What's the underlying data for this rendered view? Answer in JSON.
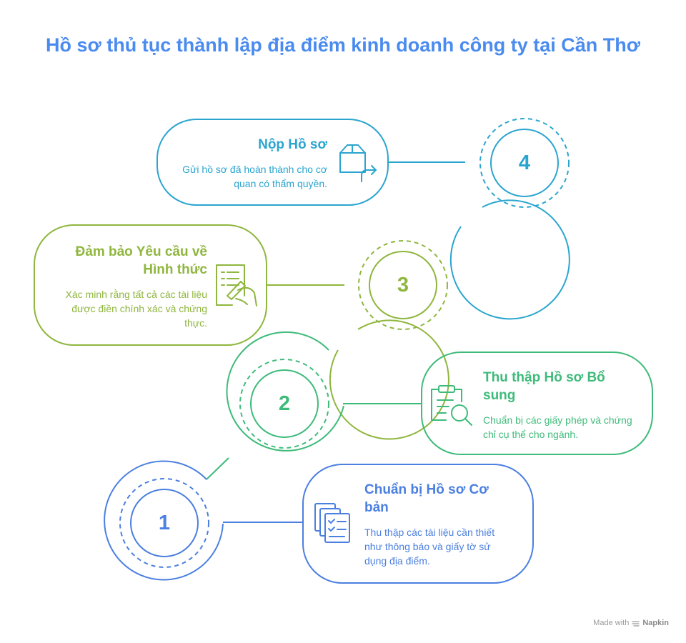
{
  "title": "Hồ sơ thủ tục thành lập địa điểm kinh doanh công ty tại Cần Thơ",
  "colors": {
    "title": "#4A8BEF",
    "step1": "#4B7FE0",
    "step2": "#3EBB7A",
    "step3": "#8FB63E",
    "step4": "#2AA5CF"
  },
  "steps": [
    {
      "number": "1",
      "title": "Chuẩn bị Hồ sơ Cơ bản",
      "description": "Thu thập các tài liệu cần thiết như thông báo và giấy tờ sử dụng địa điểm.",
      "icon": "documents-checklist-icon"
    },
    {
      "number": "2",
      "title": "Thu thập Hồ sơ Bổ sung",
      "description": "Chuẩn bị các giấy phép và chứng chỉ cụ thể cho ngành.",
      "icon": "clipboard-search-icon"
    },
    {
      "number": "3",
      "title": "Đảm bảo Yêu cầu về Hình thức",
      "description": "Xác minh rằng tất cả các tài liệu được điền chính xác và chứng thực.",
      "icon": "form-signing-icon"
    },
    {
      "number": "4",
      "title": "Nộp Hồ sơ",
      "description": "Gửi hồ sơ đã hoàn thành cho cơ quan có thẩm quyền.",
      "icon": "box-send-icon"
    }
  ],
  "footer": {
    "made_with": "Made with",
    "brand": "Napkin"
  }
}
